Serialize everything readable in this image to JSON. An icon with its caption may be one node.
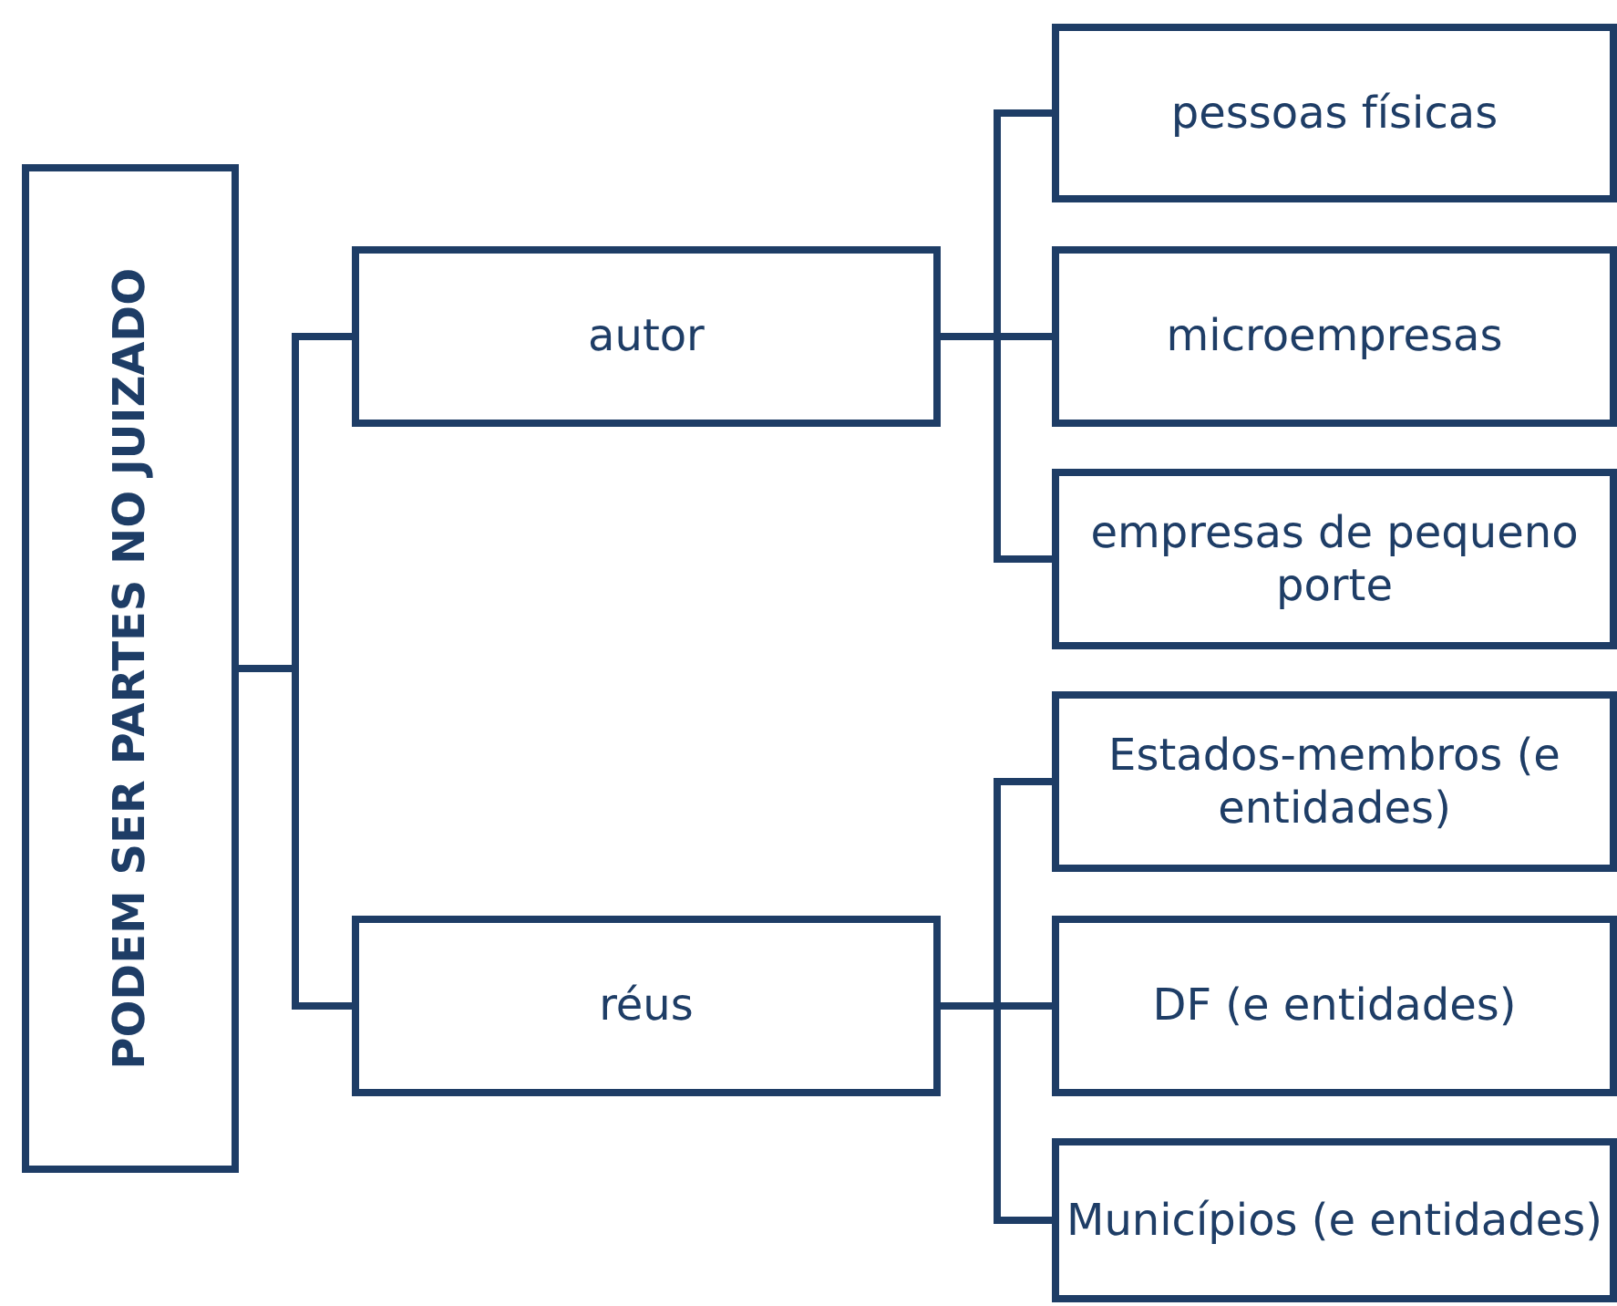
{
  "diagram": {
    "nodes": [
      {
        "text": [
          "PODEM SER PARTES NO JUIZADO"
        ]
      },
      {
        "text": [
          "autor"
        ]
      },
      {
        "text": [
          "pessoas físicas"
        ]
      },
      {
        "text": [
          "microempresas"
        ]
      },
      {
        "text": [
          "empresas de pequeno porte"
        ]
      },
      {
        "text": [
          "réus"
        ]
      },
      {
        "text": [
          "Estados-membros (e entidades)"
        ]
      },
      {
        "text": [
          "DF (e entidades)"
        ]
      },
      {
        "text": [
          "Municípios (e entidades)"
        ]
      }
    ],
    "edges": [
      {
        "from": 0,
        "to": 1,
        "arrow": "none"
      },
      {
        "from": 0,
        "to": 5,
        "arrow": "none"
      },
      {
        "from": 1,
        "to": 2,
        "arrow": "none"
      },
      {
        "from": 1,
        "to": 3,
        "arrow": "none"
      },
      {
        "from": 1,
        "to": 4,
        "arrow": "none"
      },
      {
        "from": 5,
        "to": 6,
        "arrow": "none"
      },
      {
        "from": 5,
        "to": 7,
        "arrow": "none"
      },
      {
        "from": 5,
        "to": 8,
        "arrow": "none"
      }
    ]
  }
}
